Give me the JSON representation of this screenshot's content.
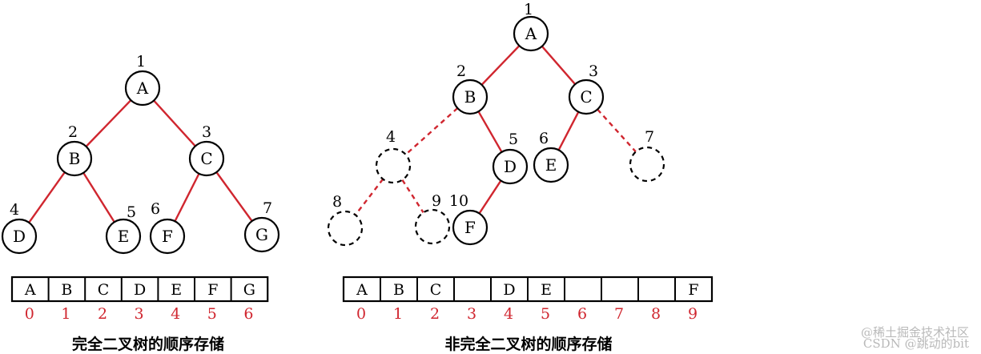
{
  "colors": {
    "edge": "#d0262f",
    "index": "#d0262f",
    "stroke": "#000000",
    "watermark": "#b9b9b9"
  },
  "complete_tree": {
    "nodes": [
      {
        "id": "a",
        "label": "A",
        "number": "1"
      },
      {
        "id": "b",
        "label": "B",
        "number": "2"
      },
      {
        "id": "c",
        "label": "C",
        "number": "3"
      },
      {
        "id": "d",
        "label": "D",
        "number": "4"
      },
      {
        "id": "e",
        "label": "E",
        "number": "5"
      },
      {
        "id": "f",
        "label": "F",
        "number": "6"
      },
      {
        "id": "g",
        "label": "G",
        "number": "7"
      }
    ],
    "edges": [
      {
        "from": "a",
        "to": "b"
      },
      {
        "from": "a",
        "to": "c"
      },
      {
        "from": "b",
        "to": "d"
      },
      {
        "from": "b",
        "to": "e"
      },
      {
        "from": "c",
        "to": "f"
      },
      {
        "from": "c",
        "to": "g"
      }
    ],
    "array": {
      "cells": [
        "A",
        "B",
        "C",
        "D",
        "E",
        "F",
        "G"
      ],
      "indices": [
        "0",
        "1",
        "2",
        "3",
        "4",
        "5",
        "6"
      ]
    },
    "caption": "完全二叉树的顺序存储"
  },
  "incomplete_tree": {
    "nodes": [
      {
        "id": "a",
        "label": "A",
        "number": "1",
        "virtual": false
      },
      {
        "id": "b",
        "label": "B",
        "number": "2",
        "virtual": false
      },
      {
        "id": "c",
        "label": "C",
        "number": "3",
        "virtual": false
      },
      {
        "id": "v4",
        "label": "",
        "number": "4",
        "virtual": true
      },
      {
        "id": "d",
        "label": "D",
        "number": "5",
        "virtual": false
      },
      {
        "id": "e",
        "label": "E",
        "number": "6",
        "virtual": false
      },
      {
        "id": "v7",
        "label": "",
        "number": "7",
        "virtual": true
      },
      {
        "id": "v8",
        "label": "",
        "number": "8",
        "virtual": true
      },
      {
        "id": "v9",
        "label": "",
        "number": "9",
        "virtual": true
      },
      {
        "id": "f",
        "label": "F",
        "number": "10",
        "virtual": false
      }
    ],
    "edges": [
      {
        "from": "a",
        "to": "b",
        "dashed": false
      },
      {
        "from": "a",
        "to": "c",
        "dashed": false
      },
      {
        "from": "b",
        "to": "v4",
        "dashed": true
      },
      {
        "from": "b",
        "to": "d",
        "dashed": false
      },
      {
        "from": "c",
        "to": "e",
        "dashed": false
      },
      {
        "from": "c",
        "to": "v7",
        "dashed": true
      },
      {
        "from": "v4",
        "to": "v8",
        "dashed": true
      },
      {
        "from": "v4",
        "to": "v9",
        "dashed": true
      },
      {
        "from": "d",
        "to": "f",
        "dashed": false
      }
    ],
    "array": {
      "cells": [
        "A",
        "B",
        "C",
        "",
        "D",
        "E",
        "",
        "",
        "",
        "F"
      ],
      "indices": [
        "0",
        "1",
        "2",
        "3",
        "4",
        "5",
        "6",
        "7",
        "8",
        "9"
      ]
    },
    "caption": "非完全二叉树的顺序存储"
  },
  "watermark": {
    "line1": "@稀土掘金技术社区",
    "line2": "CSDN @跳动的bit"
  }
}
